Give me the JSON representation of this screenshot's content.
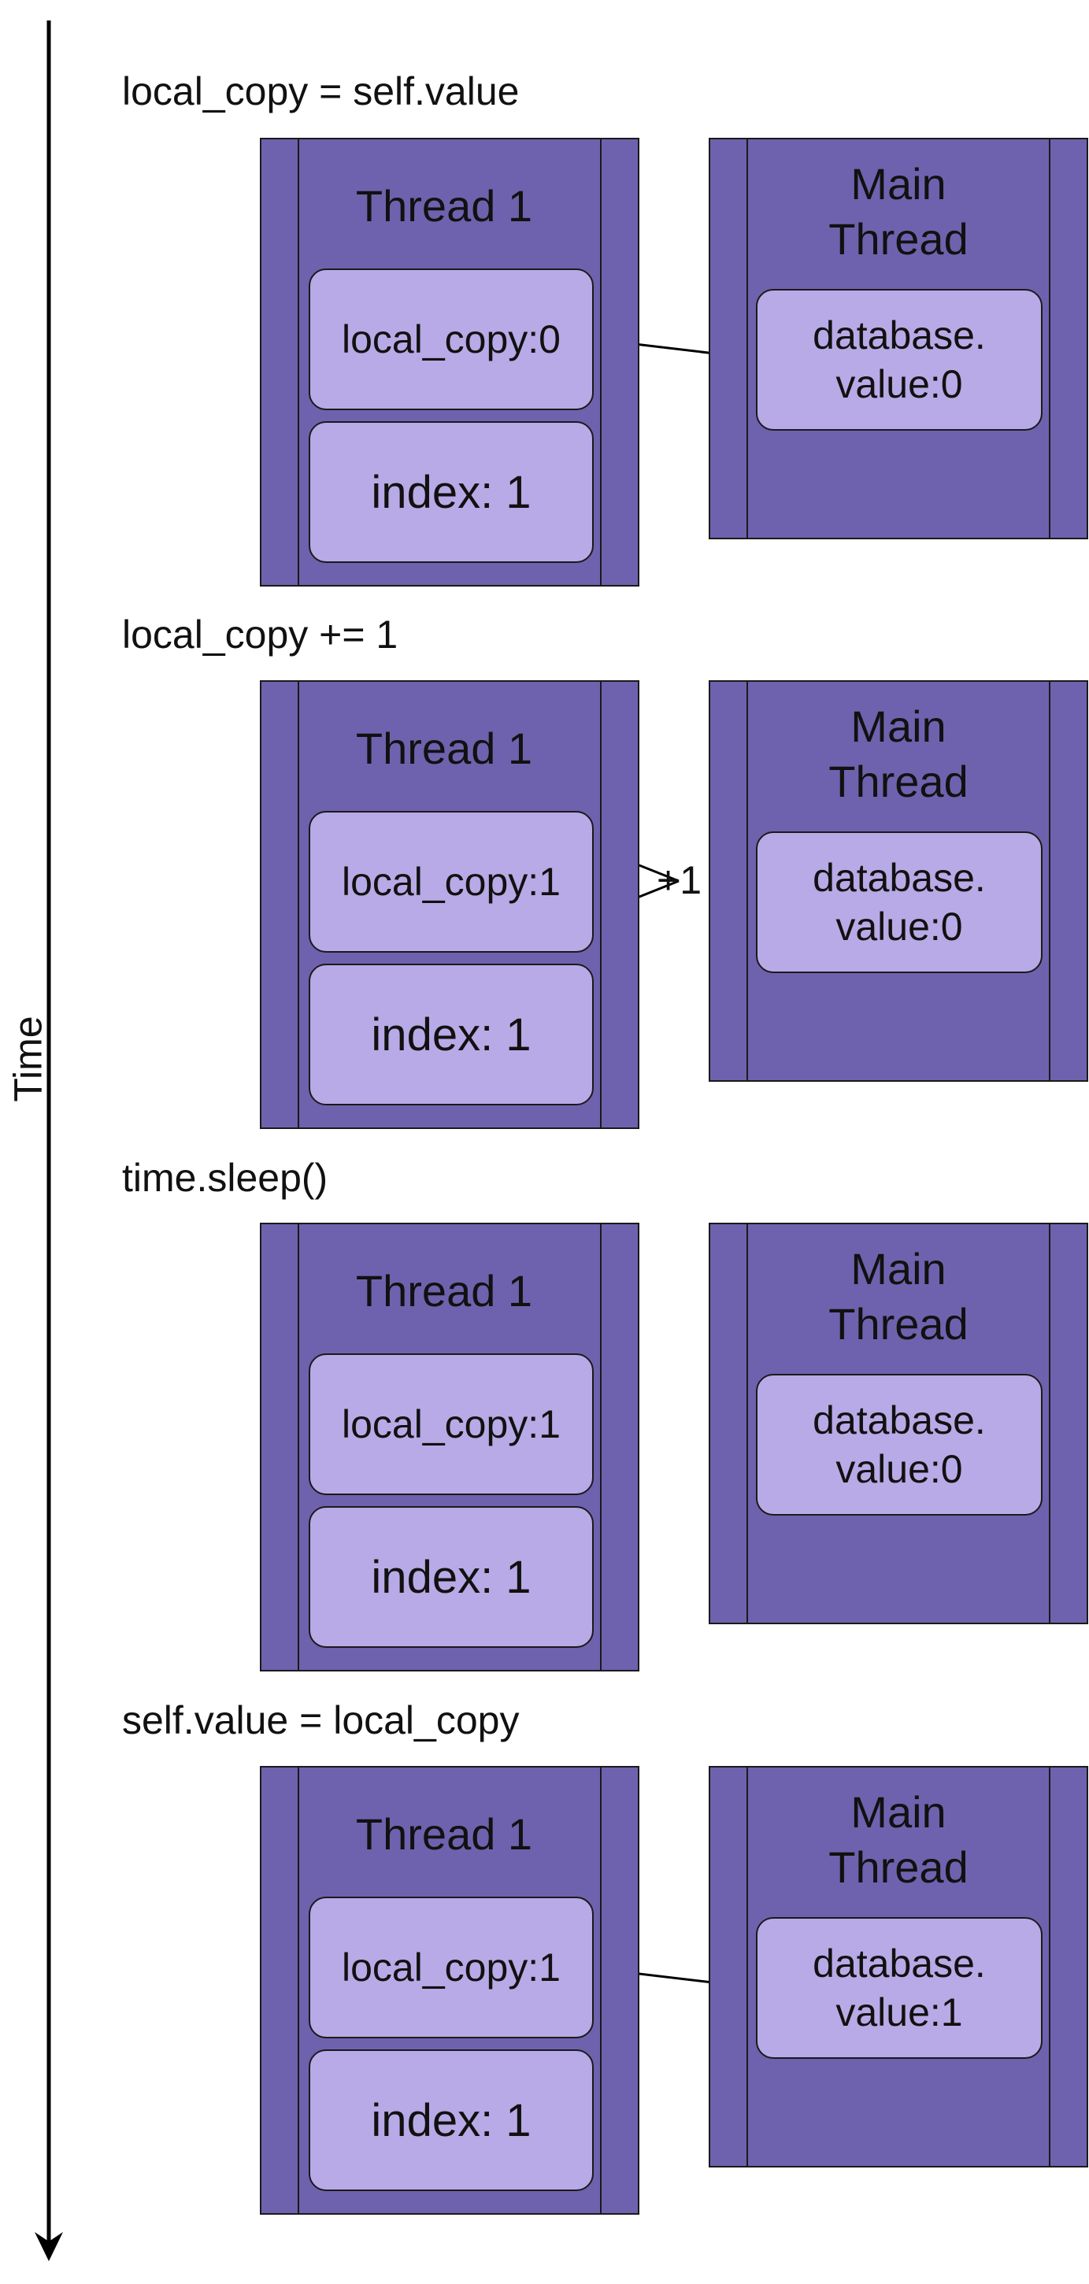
{
  "axis": {
    "label": "Time"
  },
  "steps": [
    {
      "code": "local_copy = self.value",
      "thread": {
        "title": "Thread 1",
        "local_copy": "local_copy:0",
        "index": "index: 1"
      },
      "main": {
        "title": "Main\nThread",
        "value": "database.\nvalue:0"
      }
    },
    {
      "code": "local_copy += 1",
      "thread": {
        "title": "Thread 1",
        "local_copy": "local_copy:1",
        "index": "index: 1"
      },
      "main": {
        "title": "Main\nThread",
        "value": "database.\nvalue:0"
      },
      "increment": "+1"
    },
    {
      "code": "time.sleep()",
      "thread": {
        "title": "Thread 1",
        "local_copy": "local_copy:1",
        "index": "index: 1"
      },
      "main": {
        "title": "Main\nThread",
        "value": "database.\nvalue:0"
      }
    },
    {
      "code": "self.value = local_copy",
      "thread": {
        "title": "Thread 1",
        "local_copy": "local_copy:1",
        "index": "index: 1"
      },
      "main": {
        "title": "Main\nThread",
        "value": "database.\nvalue:1"
      }
    }
  ],
  "colors": {
    "block_fill": "#6e62ae",
    "cell_fill": "#b8aae6",
    "stroke": "#1a1a1a"
  }
}
